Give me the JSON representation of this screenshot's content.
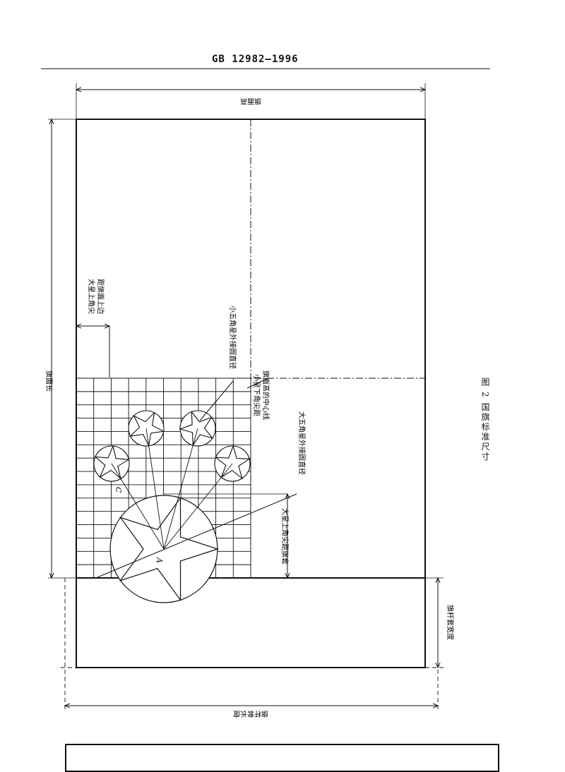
{
  "header": {
    "standard": "GB 12982—1996"
  },
  "figure": {
    "caption": "图 2  国旗标准尺寸"
  },
  "labels": {
    "flag_height": "旗面高",
    "flag_length": "旗面长",
    "sleeve_total_length": "旗杆套长度",
    "sleeve_width": "旗杆套宽度",
    "big_star_top_to_edge": "大星上角尖\n距旗面上边",
    "small_star_circle_diameter": "小五角星外接圆直径",
    "small_star_bottom_to_center": "小星下角尖距\n旗面高的中心线",
    "big_star_circle_diameter": "大五角星外接圆直径",
    "big_star_top_to_sleeve": "大星上角尖距旗套",
    "point_a": "A",
    "point_c": "C"
  },
  "colors": {
    "line": "#111111"
  }
}
